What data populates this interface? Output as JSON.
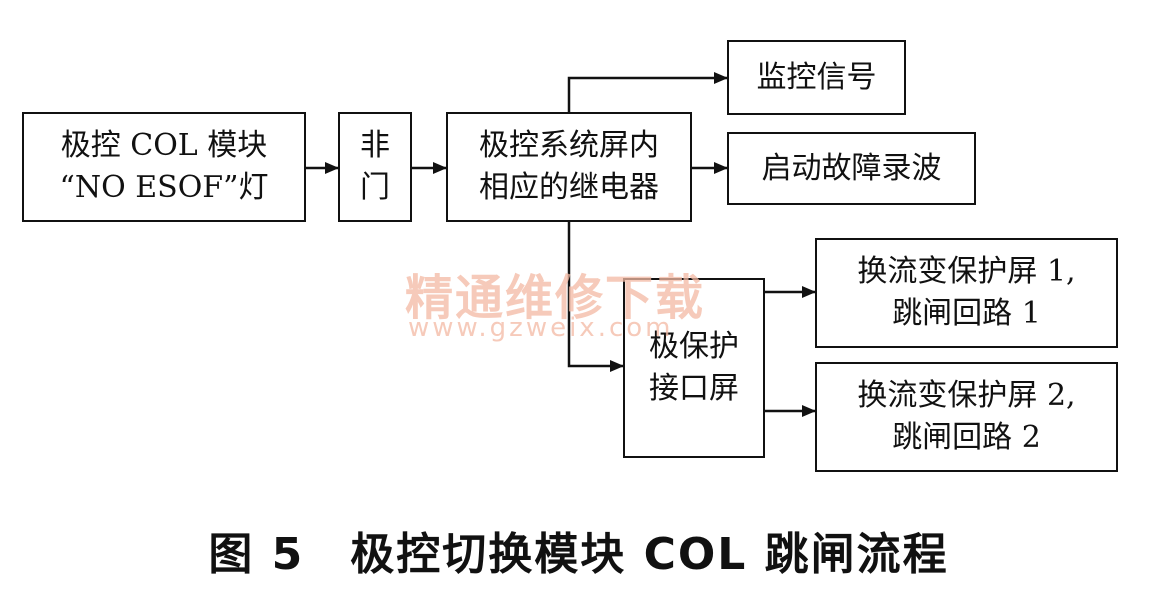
{
  "nodes": {
    "col_module": [
      "极控 COL 模块",
      "“NO ESOF”灯"
    ],
    "not_gate": [
      "非",
      "门"
    ],
    "relay": [
      "极控系统屏内",
      "相应的继电器"
    ],
    "monitor": [
      "监控信号"
    ],
    "fault_record": [
      "启动故障录波"
    ],
    "pole_protect": [
      "极保护",
      "接口屏"
    ],
    "trip1": [
      "换流变保护屏 1,",
      "跳闸回路 1"
    ],
    "trip2": [
      "换流变保护屏 2,",
      "跳闸回路 2"
    ]
  },
  "watermark": {
    "text": "精通维修下载",
    "url": "www.gzweix.com"
  },
  "caption": "图 5　极控切换模块 COL 跳闸流程"
}
